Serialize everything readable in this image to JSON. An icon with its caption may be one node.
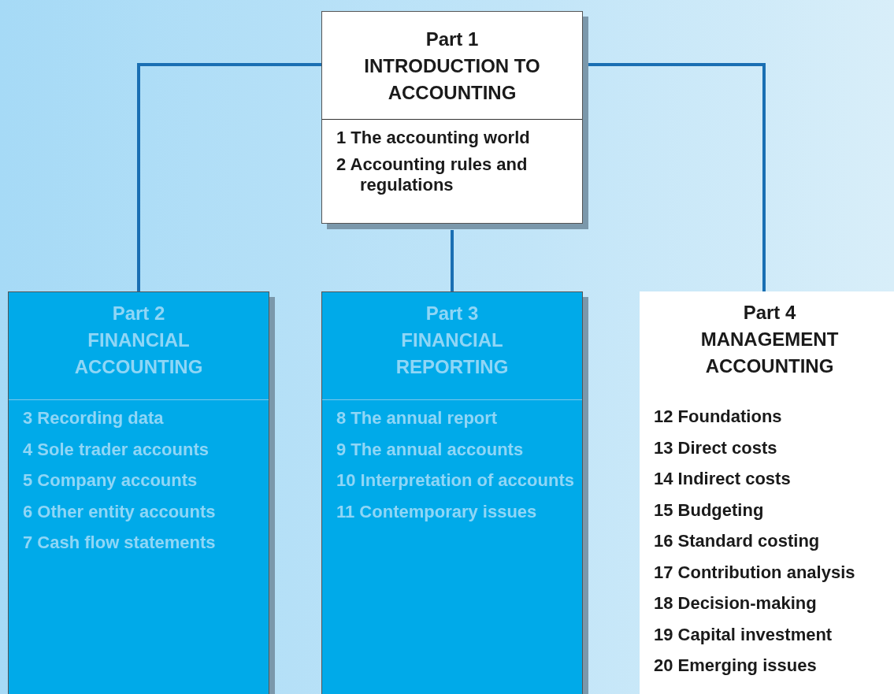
{
  "diagram": {
    "nodes": [
      {
        "text": [
          "Part 1",
          "INTRODUCTION TO ACCOUNTING",
          "1 The accounting world",
          "2 Accounting rules and regulations"
        ]
      },
      {
        "text": [
          "Part 2",
          "FINANCIAL ACCOUNTING",
          "3 Recording data",
          "4 Sole trader accounts",
          "5 Company accounts",
          "6 Other entity accounts",
          "7 Cash flow statements"
        ]
      },
      {
        "text": [
          "Part 3",
          "FINANCIAL REPORTING",
          "8 The annual report",
          "9 The annual accounts",
          "10 Interpretation of accounts",
          "11 Contemporary issues"
        ]
      },
      {
        "text": [
          "Part 4",
          "MANAGEMENT ACCOUNTING",
          "12 Foundations",
          "13 Direct costs",
          "14 Indirect costs",
          "15 Budgeting",
          "16 Standard costing",
          "17 Contribution analysis",
          "18 Decision-making",
          "19 Capital investment",
          "20 Emerging issues"
        ]
      }
    ],
    "edges": [
      {
        "from": 0,
        "to": 1,
        "arrow": "none"
      },
      {
        "from": 0,
        "to": 2,
        "arrow": "none"
      },
      {
        "from": 0,
        "to": 3,
        "arrow": "none"
      }
    ]
  }
}
